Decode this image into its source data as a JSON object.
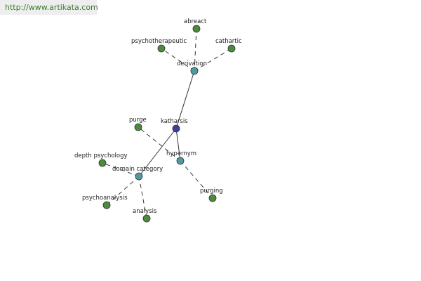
{
  "banner": {
    "url": "http://www.artikata.com"
  },
  "graph": {
    "colors": {
      "root": "#3b3f9e",
      "relation": "#4e9aa0",
      "leaf": "#4a8c3c",
      "stroke": "#333333"
    },
    "nodes": [
      {
        "id": "katharsis",
        "label": "katharsis",
        "kind": "root"
      },
      {
        "id": "derivation",
        "label": "derivation",
        "kind": "relation"
      },
      {
        "id": "hypernym",
        "label": "hypernym",
        "kind": "relation"
      },
      {
        "id": "domain-category",
        "label": "domain category",
        "kind": "relation"
      },
      {
        "id": "abreact",
        "label": "abreact",
        "kind": "leaf"
      },
      {
        "id": "psychotherapeutic",
        "label": "psychotherapeutic",
        "kind": "leaf"
      },
      {
        "id": "cathartic",
        "label": "cathartic",
        "kind": "leaf"
      },
      {
        "id": "purge",
        "label": "purge",
        "kind": "leaf"
      },
      {
        "id": "purging",
        "label": "purging",
        "kind": "leaf"
      },
      {
        "id": "depth-psychology",
        "label": "depth psychology",
        "kind": "leaf"
      },
      {
        "id": "psychoanalysis",
        "label": "psychoanalysis",
        "kind": "leaf"
      },
      {
        "id": "analysis",
        "label": "analysis",
        "kind": "leaf"
      }
    ],
    "edges": [
      {
        "from": "katharsis",
        "to": "derivation",
        "style": "solid"
      },
      {
        "from": "katharsis",
        "to": "hypernym",
        "style": "solid"
      },
      {
        "from": "katharsis",
        "to": "domain-category",
        "style": "solid"
      },
      {
        "from": "derivation",
        "to": "abreact",
        "style": "dashed"
      },
      {
        "from": "derivation",
        "to": "psychotherapeutic",
        "style": "dashed"
      },
      {
        "from": "derivation",
        "to": "cathartic",
        "style": "dashed"
      },
      {
        "from": "hypernym",
        "to": "purge",
        "style": "dashed"
      },
      {
        "from": "hypernym",
        "to": "purging",
        "style": "dashed"
      },
      {
        "from": "domain-category",
        "to": "depth-psychology",
        "style": "dashed"
      },
      {
        "from": "domain-category",
        "to": "psychoanalysis",
        "style": "dashed"
      },
      {
        "from": "domain-category",
        "to": "analysis",
        "style": "dashed"
      }
    ]
  }
}
